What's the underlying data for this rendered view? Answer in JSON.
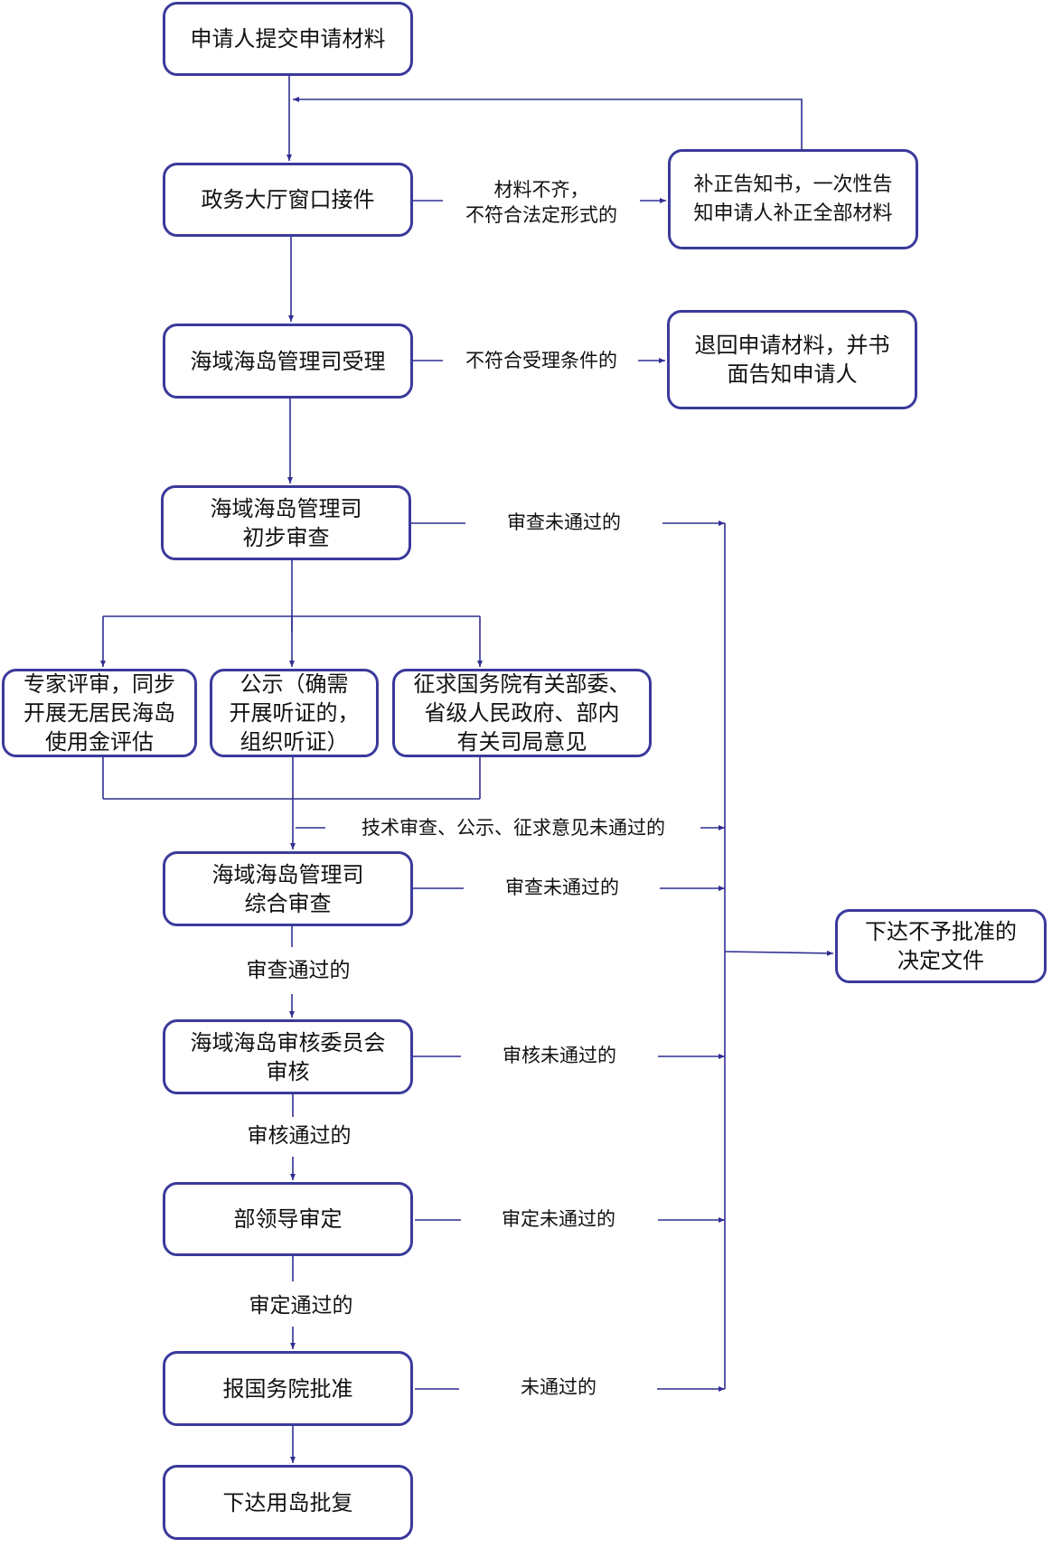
{
  "diagram": {
    "type": "flowchart",
    "colors": {
      "stroke": "#3a3a9c",
      "wire": "#2f2f92",
      "text": "#111111",
      "background": "#ffffff"
    },
    "nodes": {
      "submit": "申请人提交申请材料",
      "window": "政务大厅窗口接件",
      "correction": "补正告知书，一次性告\n知申请人补正全部材料",
      "accept": "海域海岛管理司受理",
      "return": "退回申请材料，并书\n面告知申请人",
      "prelim": "海域海岛管理司\n初步审查",
      "expert": "专家评审，同步\n开展无居民海岛\n使用金评估",
      "publicity": "公示（确需\n开展听证的，\n组织听证）",
      "consult": "征求国务院有关部委、\n省级人民政府、部内\n有关司局意见",
      "comprehensive": "海域海岛管理司\n综合审查",
      "committee": "海域海岛审核委员会\n审核",
      "leader": "部领导审定",
      "state_council": "报国务院批准",
      "approval": "下达用岛批复",
      "rejection": "下达不予批准的\n决定文件"
    },
    "edge_labels": {
      "incomplete": "材料不齐，\n不符合法定形式的",
      "not_eligible": "不符合受理条件的",
      "prelim_fail": "审查未通过的",
      "tech_fail": "技术审查、公示、征求意见未通过的",
      "comp_fail": "审查未通过的",
      "comp_pass": "审查通过的",
      "committee_fail": "审核未通过的",
      "committee_pass": "审核通过的",
      "leader_fail": "审定未通过的",
      "leader_pass": "审定通过的",
      "state_fail": "未通过的"
    }
  }
}
